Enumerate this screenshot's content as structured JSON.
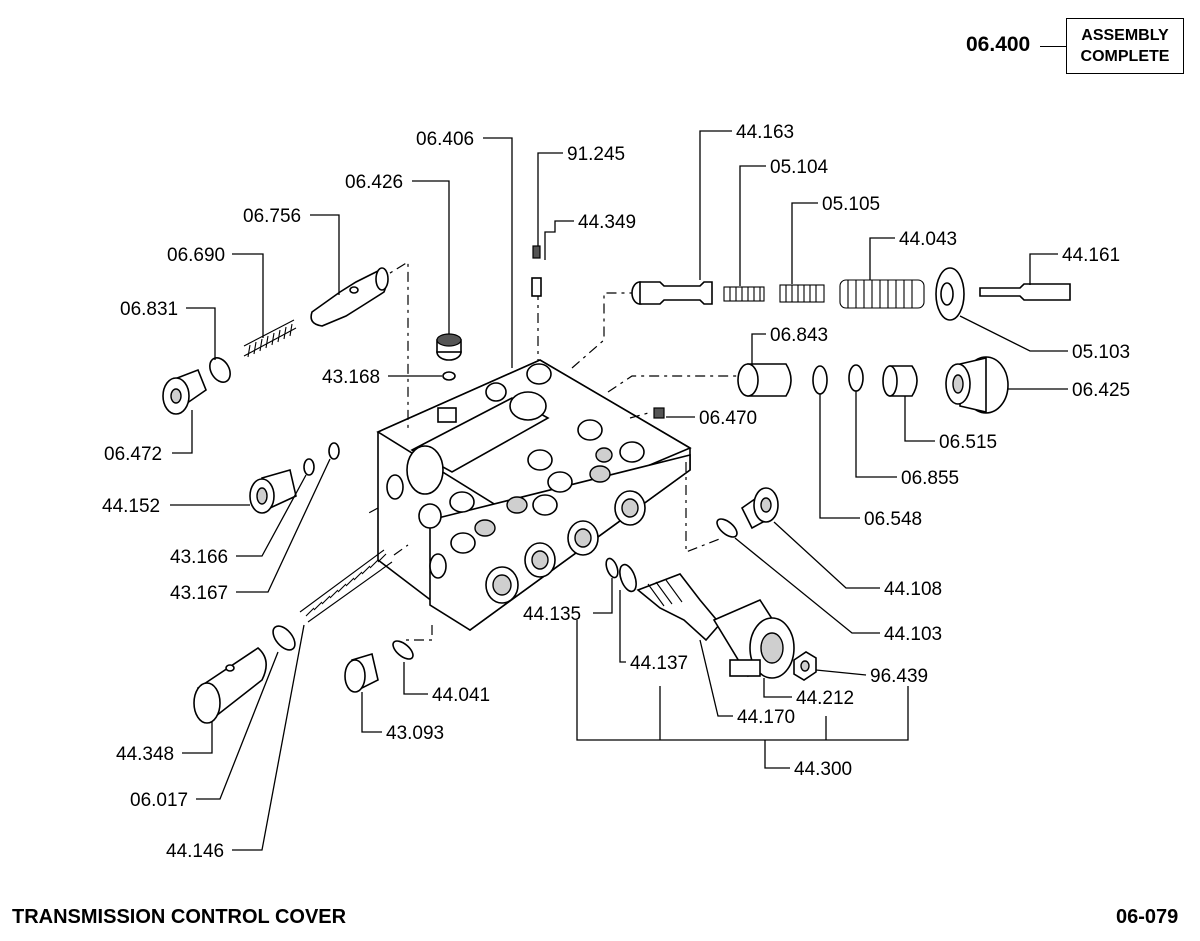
{
  "header": {
    "assembly_number": "06.400",
    "assembly_line1": "ASSEMBLY",
    "assembly_line2": "COMPLETE"
  },
  "footer": {
    "title": "TRANSMISSION CONTROL COVER",
    "page_number": "06-079"
  },
  "callouts": {
    "p06406": "06.406",
    "p91245": "91.245",
    "p44163": "44.163",
    "p05104": "05.104",
    "p05105": "05.105",
    "p44043": "44.043",
    "p44161": "44.161",
    "p06426": "06.426",
    "p06756": "06.756",
    "p06690": "06.690",
    "p44349": "44.349",
    "p06831": "06.831",
    "p43168": "43.168",
    "p06843": "06.843",
    "p05103": "05.103",
    "p06425": "06.425",
    "p06470": "06.470",
    "p06515": "06.515",
    "p06472": "06.472",
    "p06855": "06.855",
    "p44152": "44.152",
    "p06548": "06.548",
    "p43166": "43.166",
    "p44108": "44.108",
    "p43167": "43.167",
    "p44103": "44.103",
    "p44135": "44.135",
    "p44137": "44.137",
    "p96439": "96.439",
    "p44041": "44.041",
    "p44212": "44.212",
    "p44170": "44.170",
    "p43093": "43.093",
    "p44348": "44.348",
    "p44300": "44.300",
    "p06017": "06.017",
    "p44146": "44.146"
  }
}
